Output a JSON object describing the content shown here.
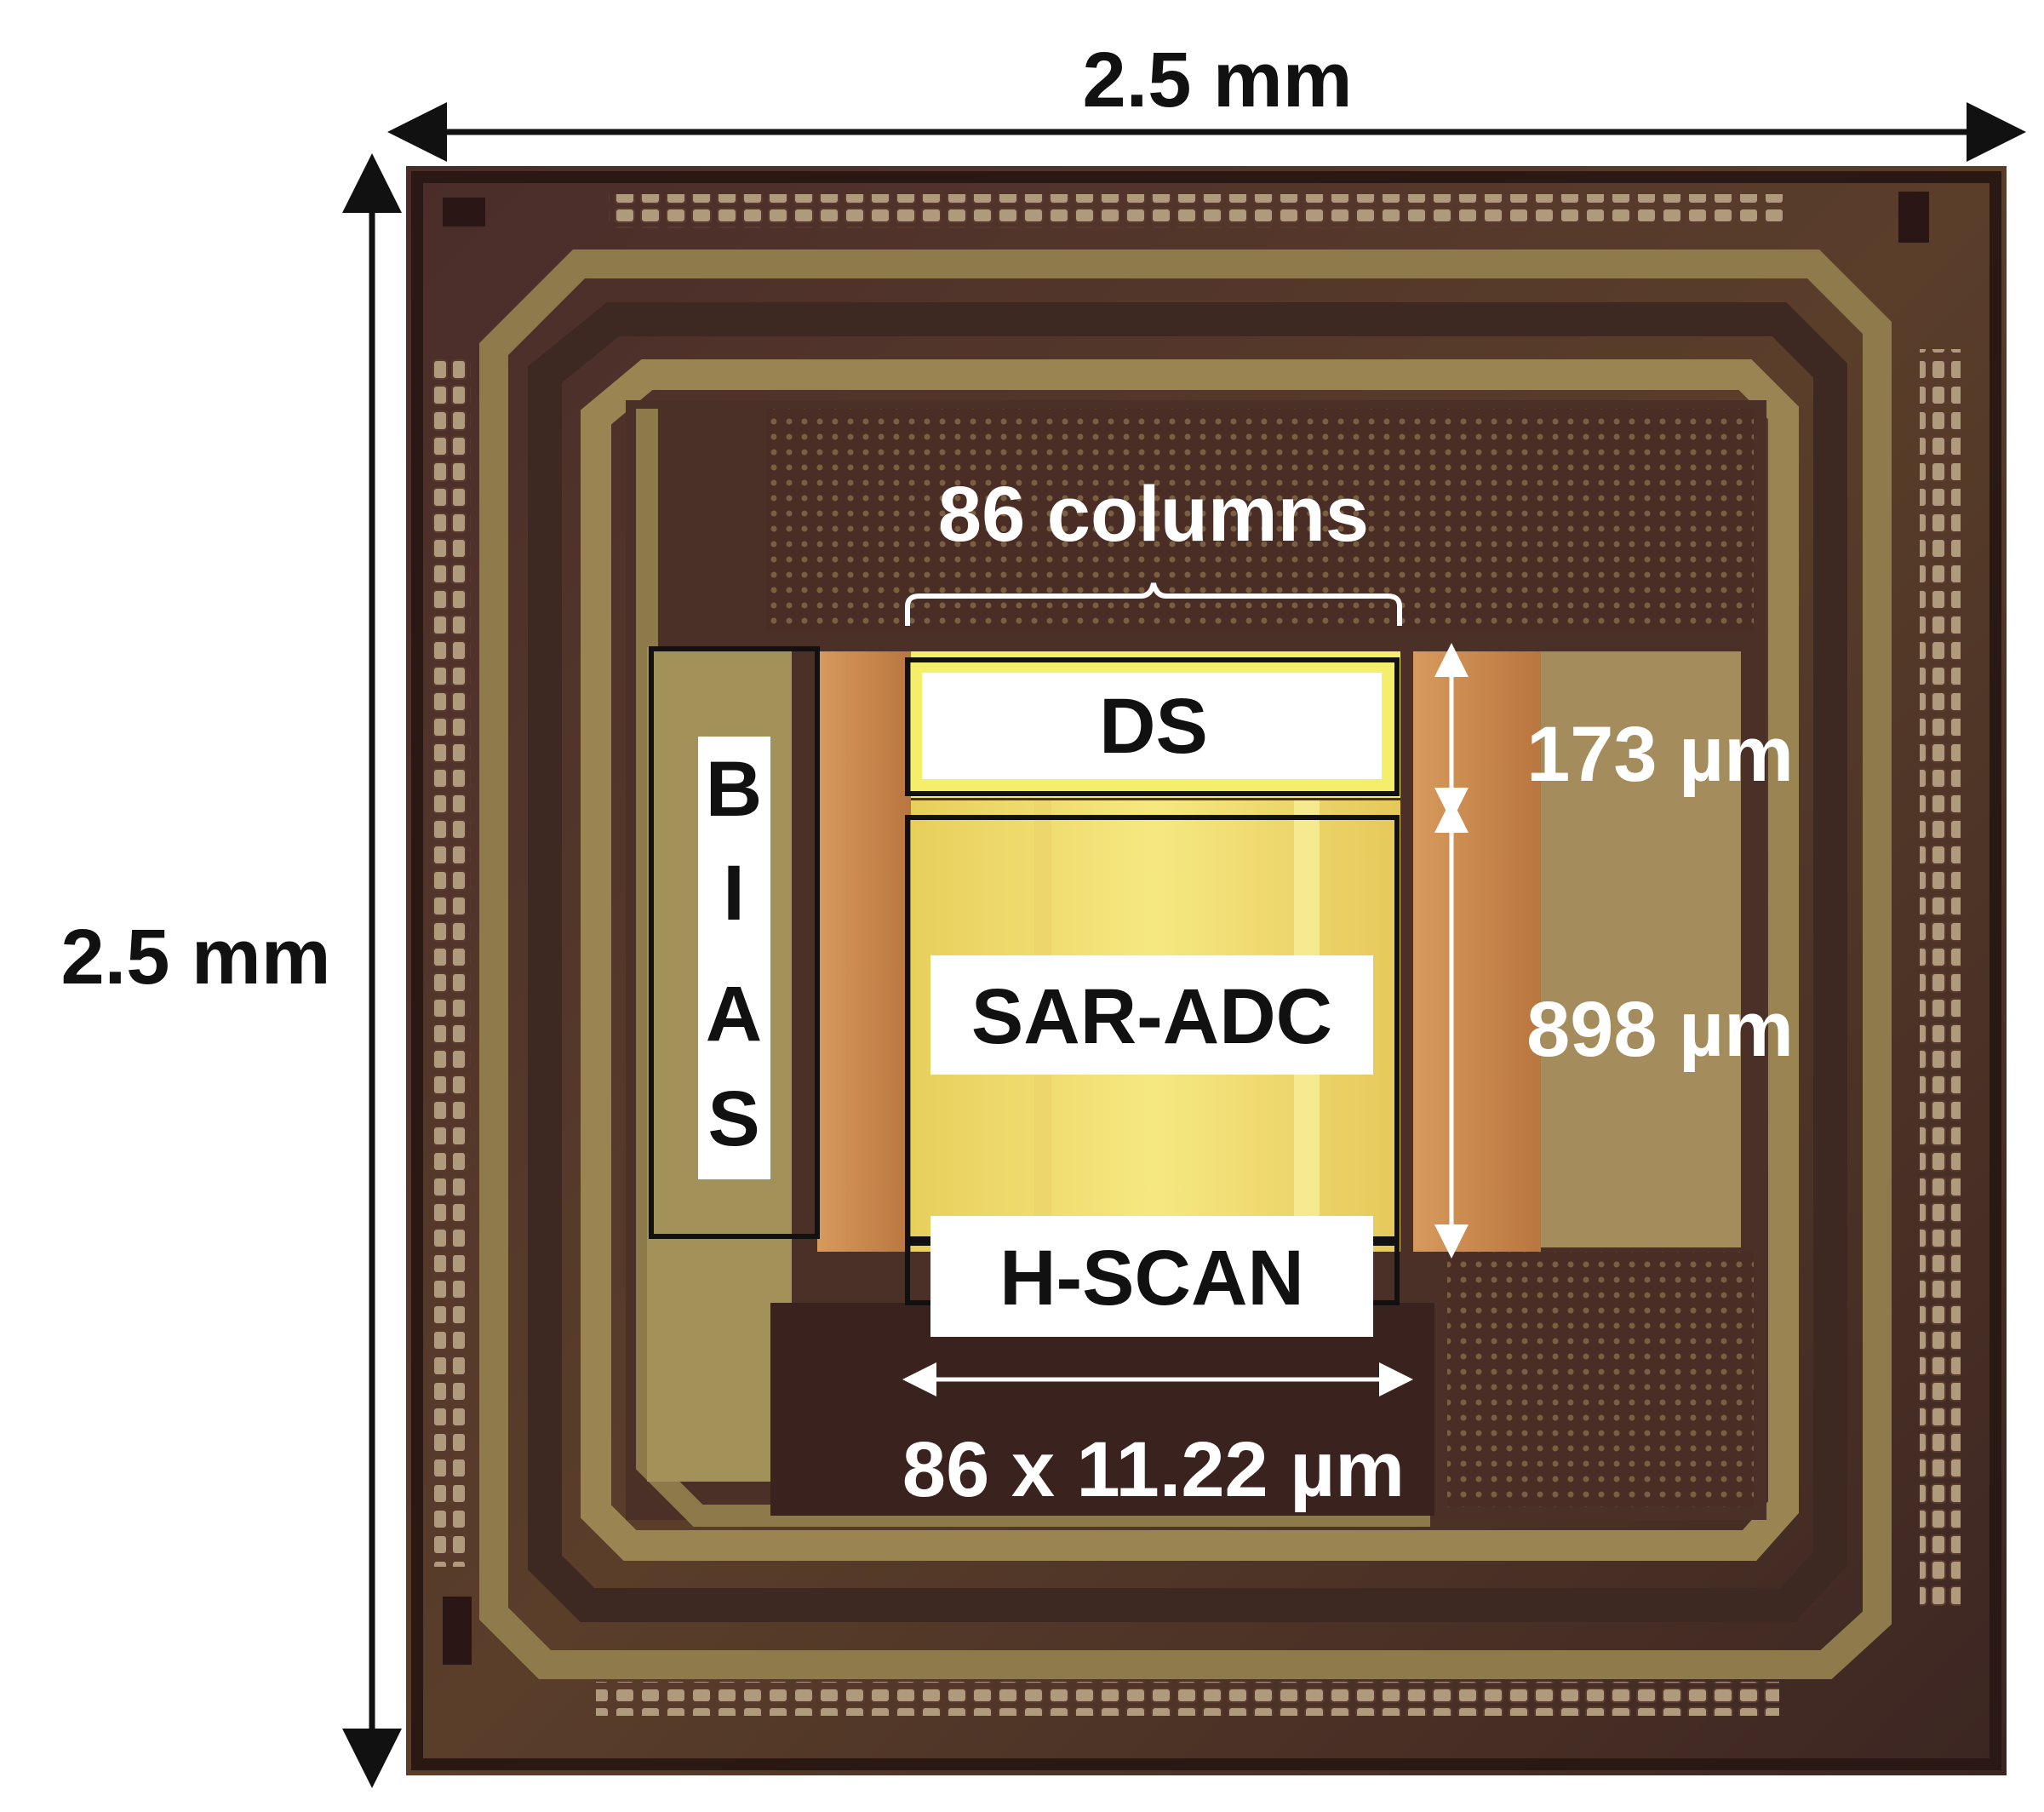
{
  "dimensions": {
    "width_label": "2.5 mm",
    "height_label": "2.5 mm"
  },
  "blocks": {
    "bias_letters": [
      "B",
      "I",
      "A",
      "S"
    ],
    "ds": "DS",
    "sar_adc": "SAR-ADC",
    "h_scan": "H-SCAN"
  },
  "annotations": {
    "columns": "86 columns",
    "ds_height": "173 µm",
    "adc_height": "898 µm",
    "column_pitch": "86 x 11.22 µm"
  },
  "colors": {
    "die_dark": "#3a2420",
    "die_mid": "#6b5232",
    "die_light": "#a08a55",
    "adc_yellow": "#f4e27a",
    "ds_yellow": "#f7f06a",
    "copper": "#c9874e",
    "pad": "#b9a58a"
  }
}
